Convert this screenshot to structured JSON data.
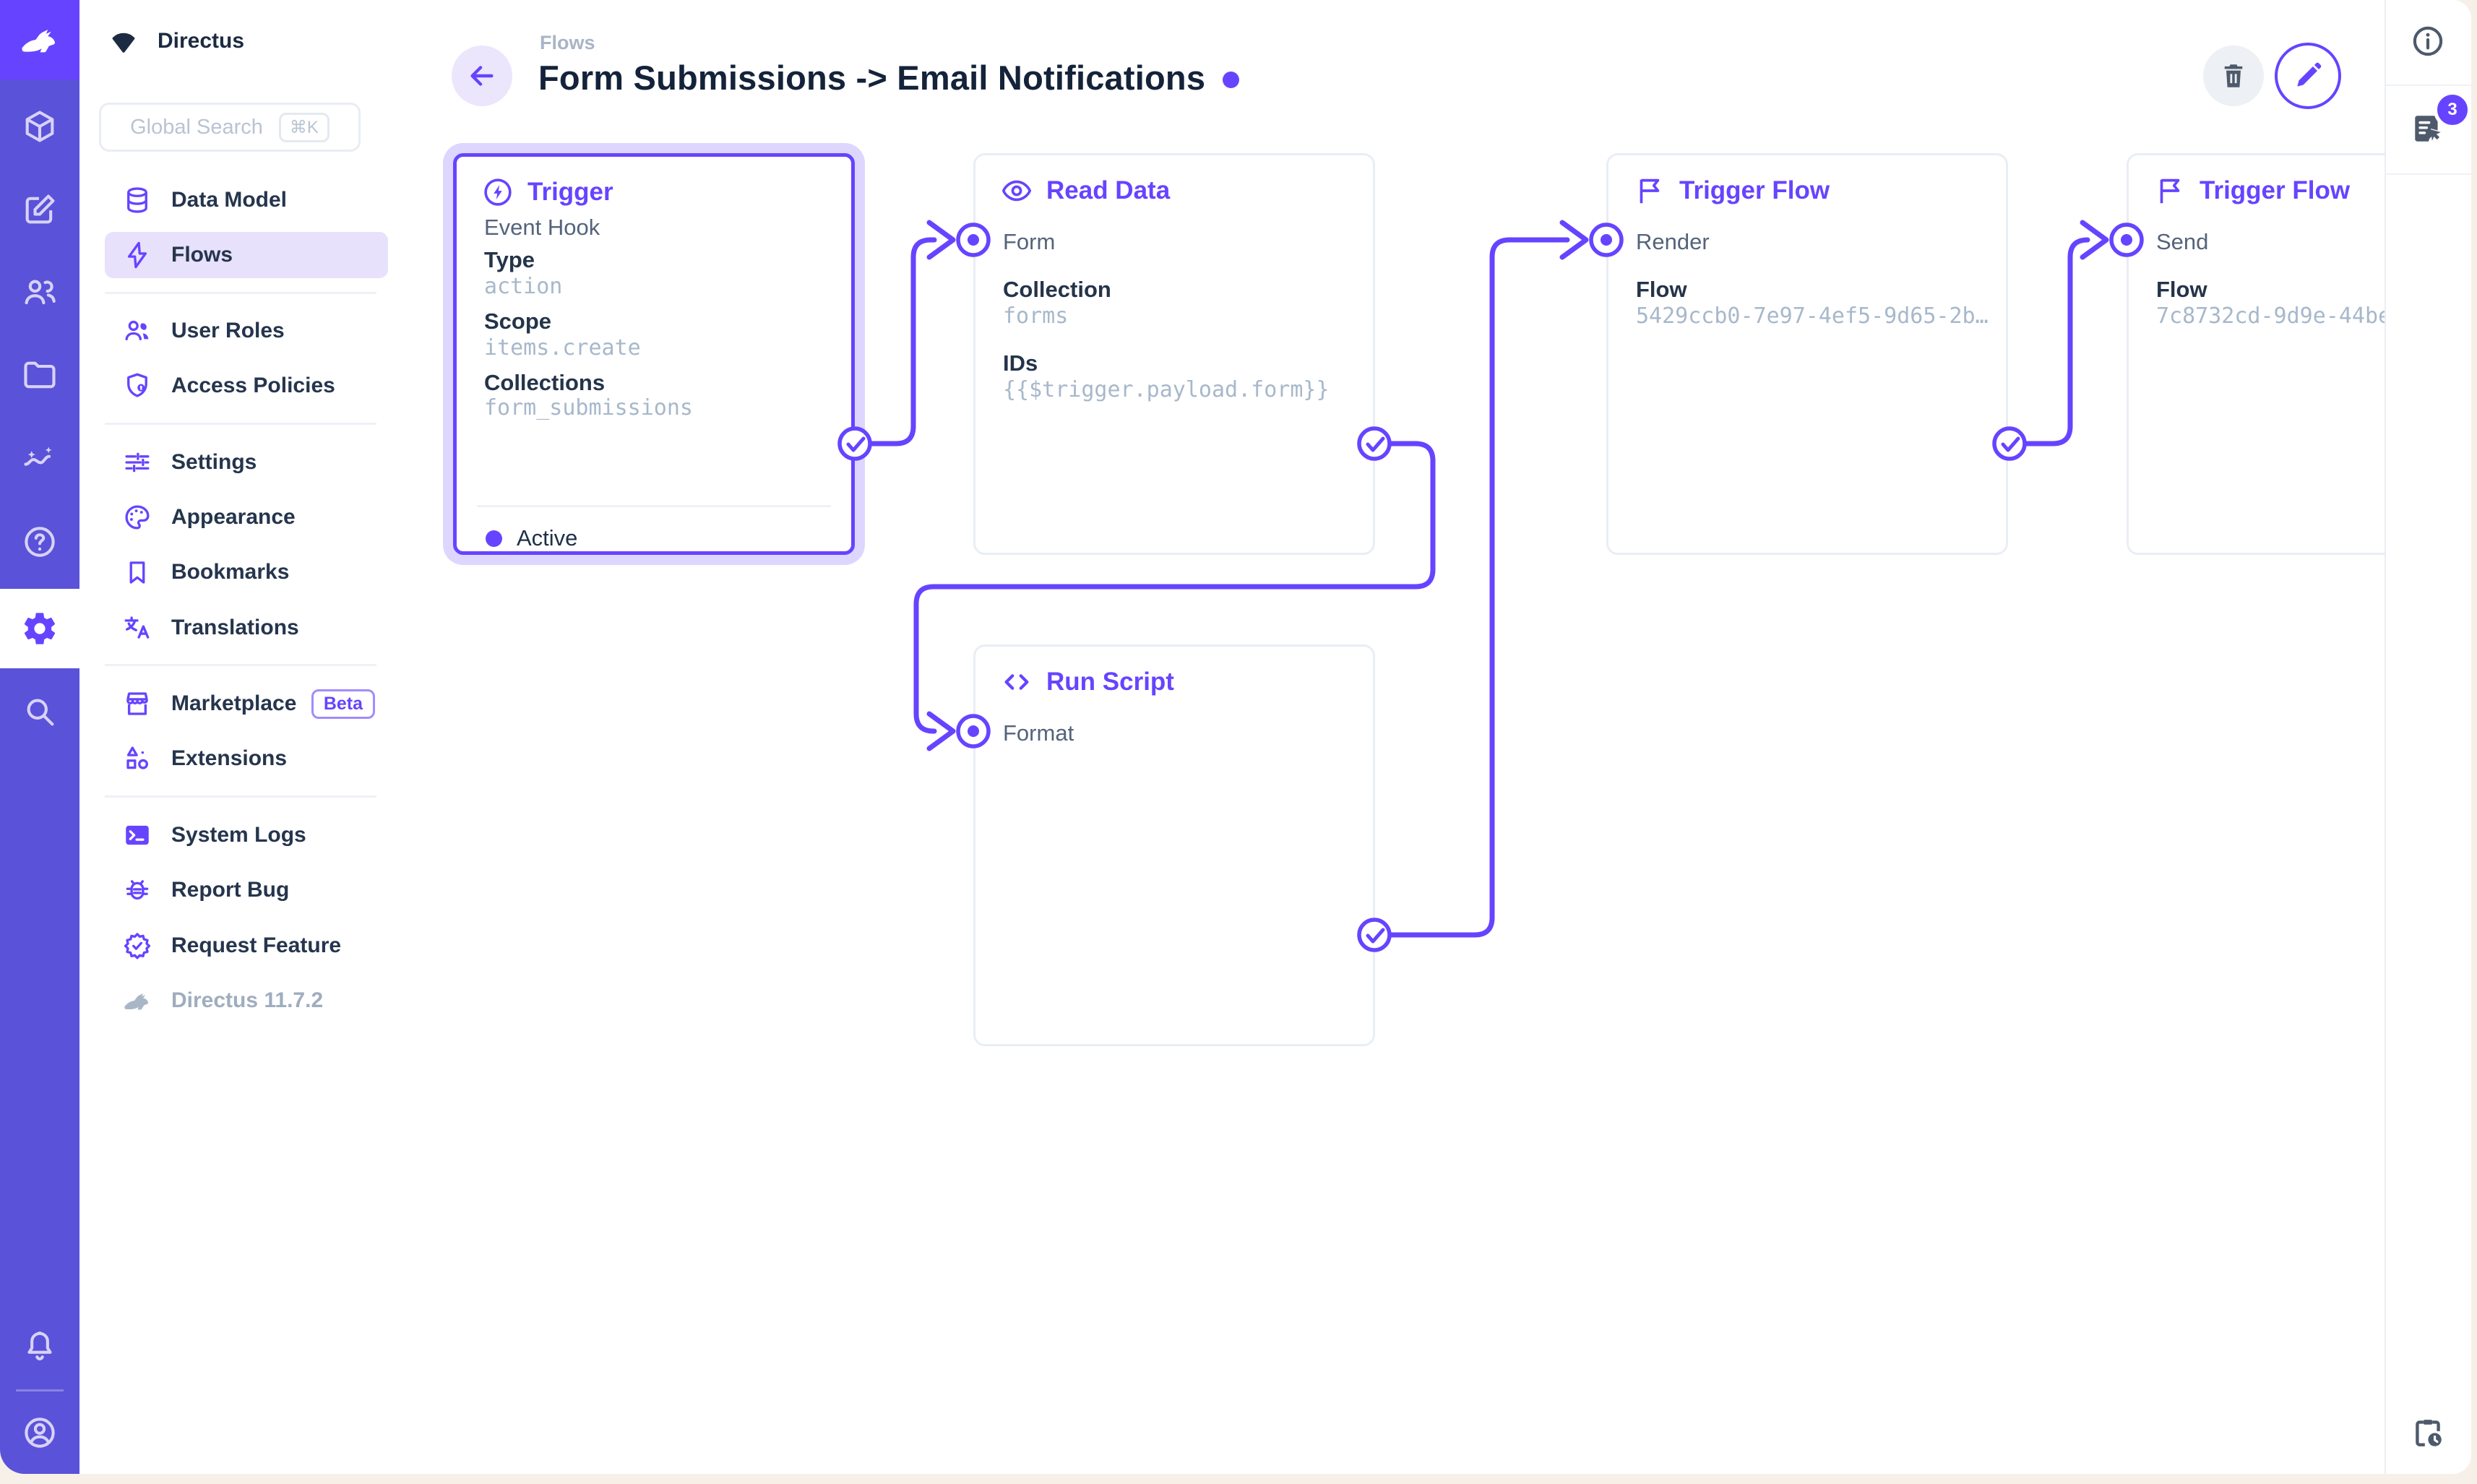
{
  "colors": {
    "accent": "#6644ff",
    "module_bar": "#5a52d8",
    "logo_block": "#6644ff",
    "nav_active_bg": "#e7e1fc",
    "selection_halo": "rgba(102,68,255,0.22)",
    "mono_value": "#a7b8cb",
    "title_text": "#142339"
  },
  "module_bar": {
    "icons": [
      "box-icon",
      "edit-square-icon",
      "people-icon",
      "folder-icon",
      "insights-icon",
      "help-icon",
      "settings-gear-icon",
      "search-icon",
      "bell-icon",
      "account-circle-icon"
    ],
    "active_module": "settings"
  },
  "nav": {
    "project_name": "Directus",
    "search": {
      "placeholder": "Global Search",
      "shortcut": "⌘K"
    },
    "items": [
      {
        "label": "Data Model",
        "icon": "database-icon"
      },
      {
        "label": "Flows",
        "icon": "bolt-icon",
        "active": true
      },
      {
        "label": "User Roles",
        "icon": "user-roles-icon"
      },
      {
        "label": "Access Policies",
        "icon": "shield-lock-icon"
      },
      {
        "label": "Settings",
        "icon": "tune-icon"
      },
      {
        "label": "Appearance",
        "icon": "palette-icon"
      },
      {
        "label": "Bookmarks",
        "icon": "bookmark-icon"
      },
      {
        "label": "Translations",
        "icon": "translate-icon"
      },
      {
        "label": "Marketplace",
        "icon": "storefront-icon",
        "badge": "Beta"
      },
      {
        "label": "Extensions",
        "icon": "extension-icon"
      },
      {
        "label": "System Logs",
        "icon": "terminal-icon"
      },
      {
        "label": "Report Bug",
        "icon": "bug-icon"
      },
      {
        "label": "Request Feature",
        "icon": "feature-icon"
      }
    ],
    "version": "Directus 11.7.2"
  },
  "header": {
    "breadcrumb": "Flows",
    "title": "Form Submissions -> Email Notifications",
    "buttons": {
      "delete_icon": "trash-icon",
      "edit_icon": "pencil-icon",
      "back_icon": "arrow-left-icon"
    }
  },
  "panels": [
    {
      "type": "Trigger",
      "icon": "bolt-circle-icon",
      "subtitle": "Event Hook",
      "fields": [
        {
          "label": "Type",
          "value": "action"
        },
        {
          "label": "Scope",
          "value": "items.create"
        },
        {
          "label": "Collections",
          "value": "form_submissions"
        }
      ],
      "status": "Active",
      "selected": true
    },
    {
      "type": "Read Data",
      "icon": "eye-icon",
      "key": "Form",
      "fields": [
        {
          "label": "Collection",
          "value": "forms"
        },
        {
          "label": "IDs",
          "value": "{{$trigger.payload.form}}"
        }
      ]
    },
    {
      "type": "Trigger Flow",
      "icon": "flag-icon",
      "key": "Render",
      "fields": [
        {
          "label": "Flow",
          "value": "5429ccb0-7e97-4ef5-9d65-2b…"
        }
      ]
    },
    {
      "type": "Trigger Flow",
      "icon": "flag-icon",
      "key": "Send",
      "fields": [
        {
          "label": "Flow",
          "value": "7c8732cd-9d9e-44be"
        }
      ]
    },
    {
      "type": "Run Script",
      "icon": "code-icon",
      "key": "Format",
      "fields": []
    }
  ],
  "sidebar_right": {
    "info_icon": "info-icon",
    "logs_icon": "activity-log-icon",
    "notifications_count": "3",
    "bottom_icon": "clipboard-clock-icon"
  }
}
